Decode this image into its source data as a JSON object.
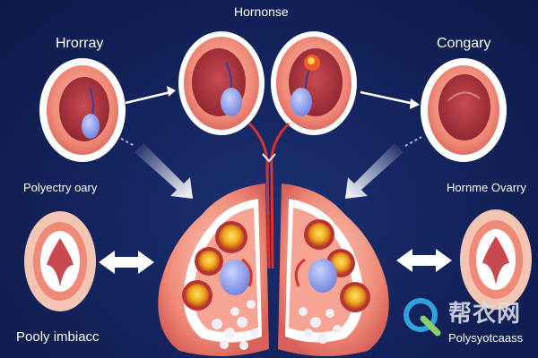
{
  "labels": {
    "top_center": "Hornonse",
    "top_left": "Hrorray",
    "top_right": "Congary",
    "mid_left": "Polyectry oary",
    "mid_right": "Hornme Ovarry",
    "bottom_left": "Pooly imbiacc",
    "bottom_right": "Polysyotcaass"
  },
  "watermark": {
    "text": "帮衣网"
  },
  "colors": {
    "background": "#13225a",
    "tissue": "#f08a78",
    "tissue_dark": "#c94a4a",
    "follicle": "#f2a81f",
    "cyst": "#8ea0ee",
    "arrow": "#ffffff",
    "vessel": "#d9332b"
  }
}
